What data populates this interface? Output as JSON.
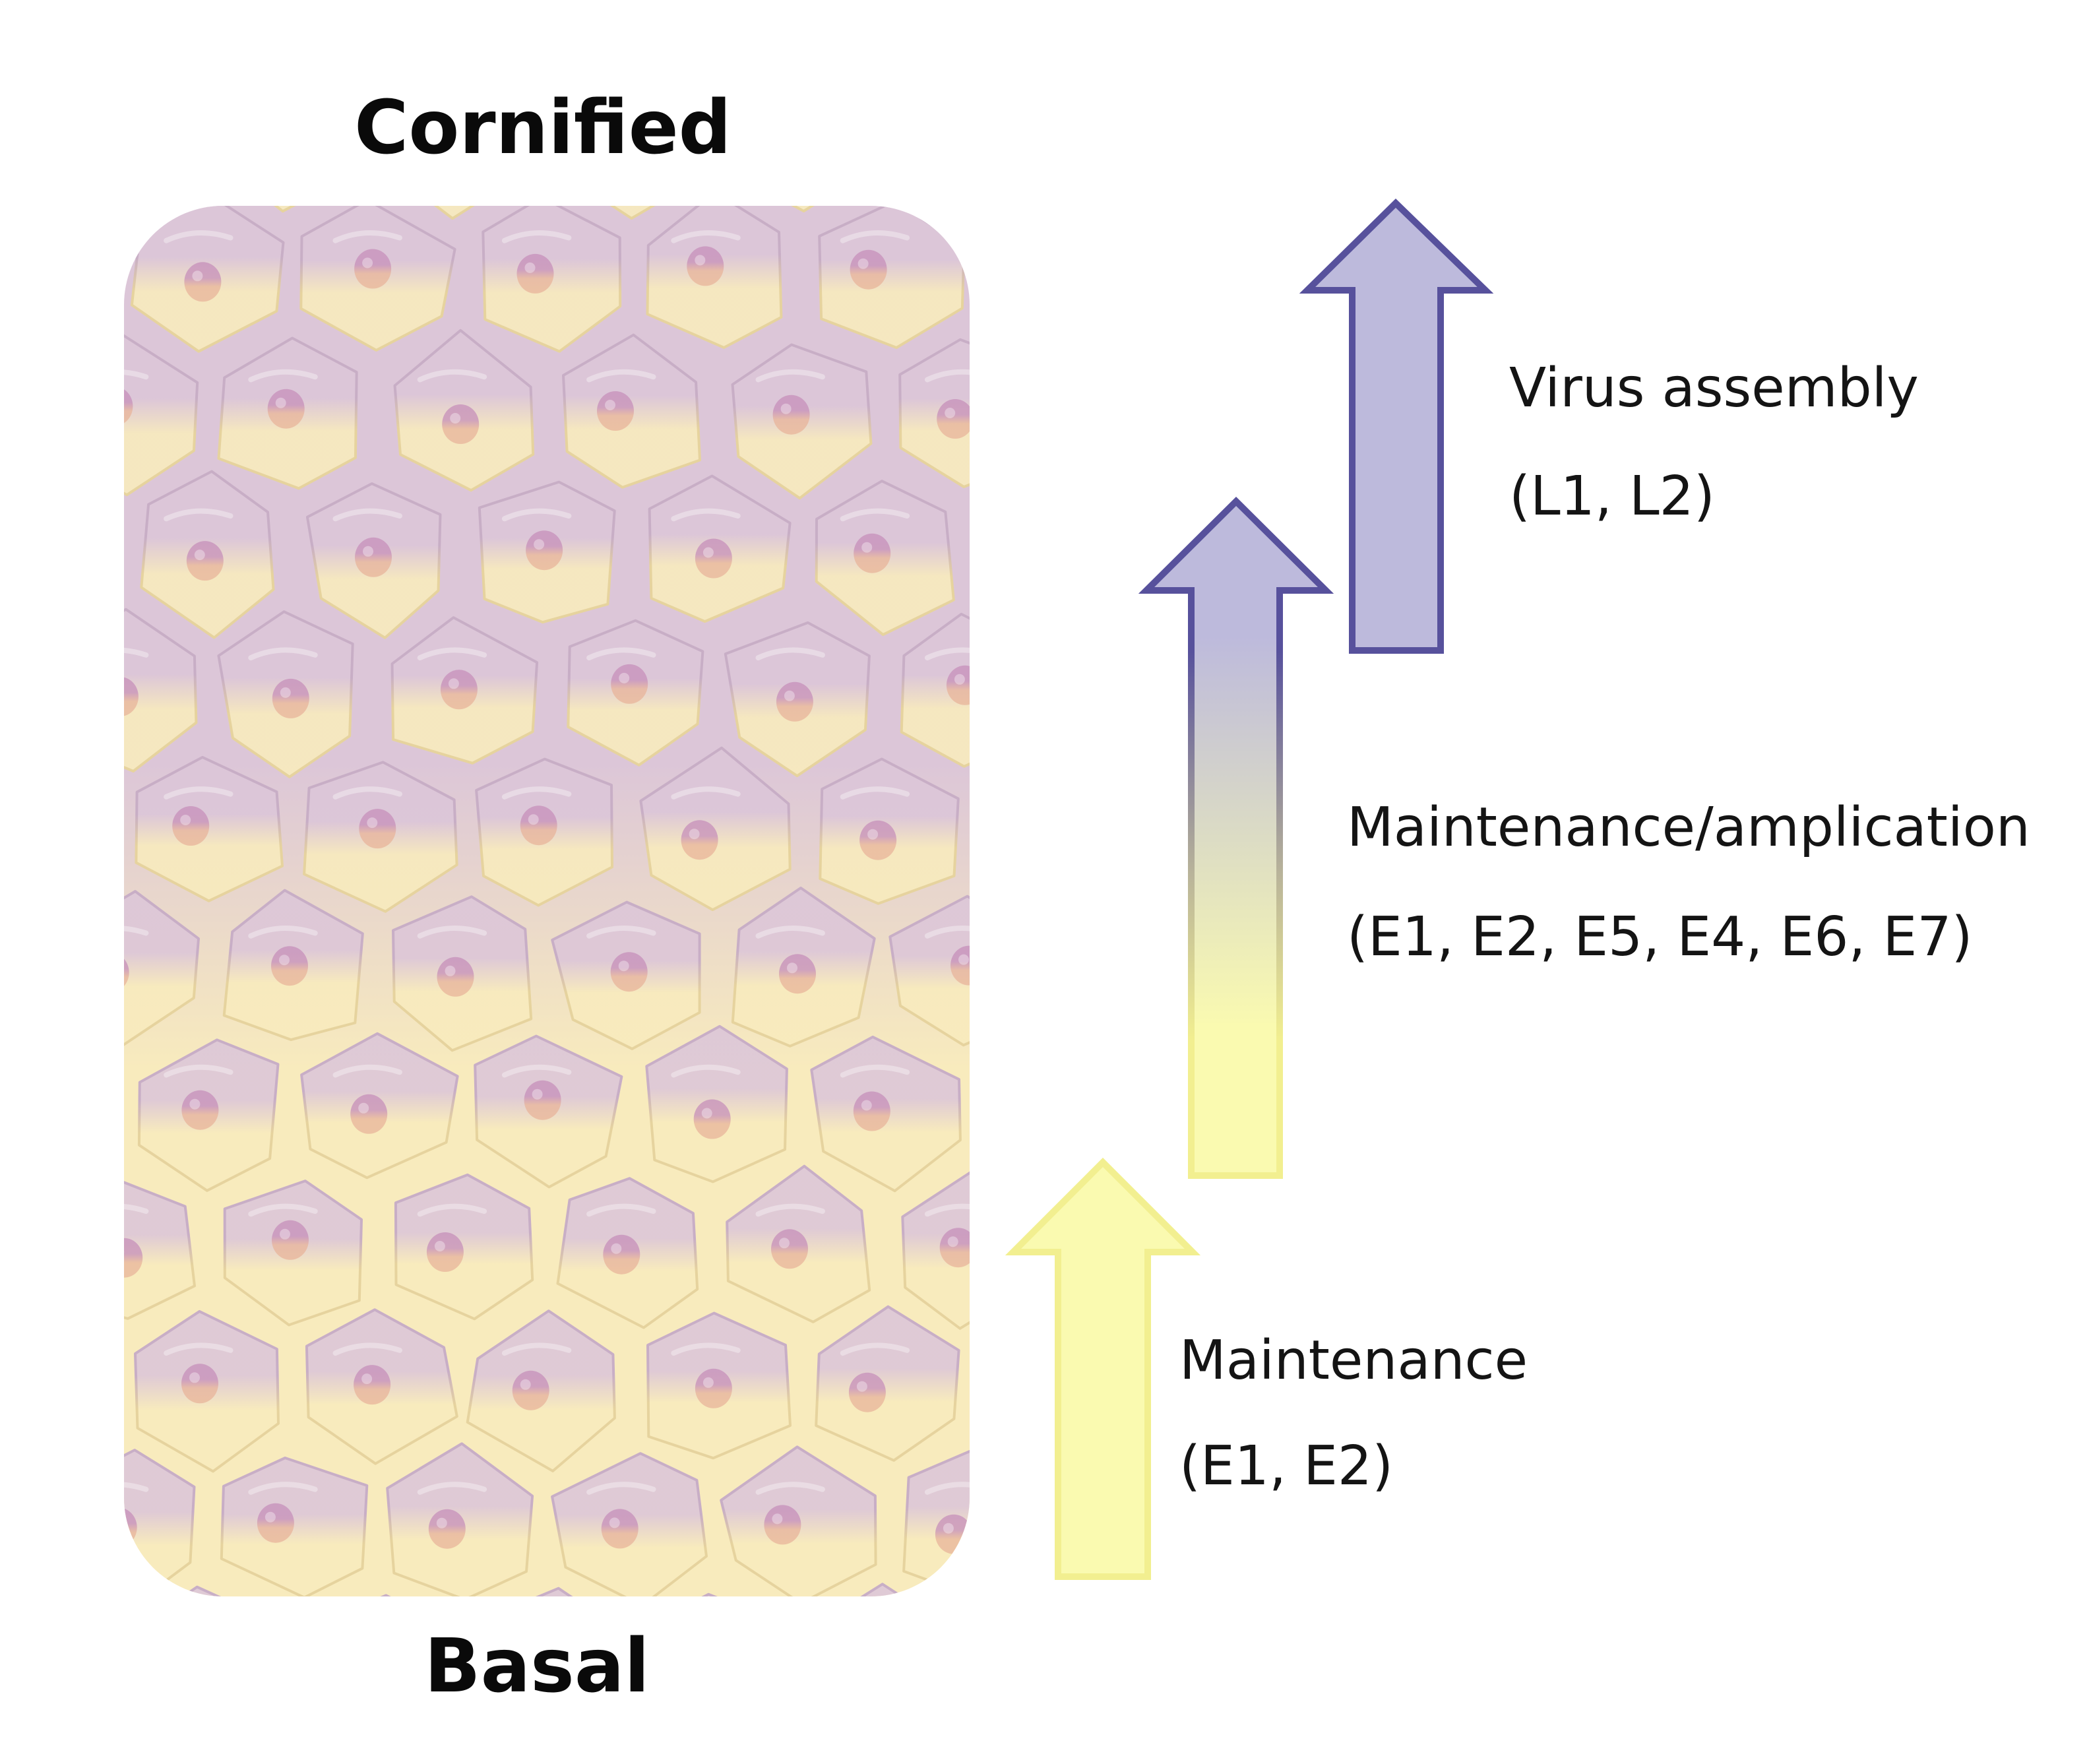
{
  "labels": {
    "top": "Cornified",
    "bottom": "Basal"
  },
  "stages": [
    {
      "title": "Maintenance",
      "genes": "(E1, E2)"
    },
    {
      "title": "Maintenance/amplication",
      "genes": "(E1, E2, E5, E4, E6, E7)"
    },
    {
      "title": "Virus assembly",
      "genes": "(L1, L2)"
    }
  ],
  "colors": {
    "cornified_fill": "#dcc6d8",
    "basal_fill": "#f8ebbd",
    "cell_outline_top": "#c8aec6",
    "cell_outline_bottom": "#e6d39e",
    "nucleus_top": "#c68fba",
    "nucleus_bottom": "#e8b49a",
    "arrow_yellow_fill": "#fafab0",
    "arrow_yellow_stroke": "#f2ef90",
    "arrow_purple_fill": "#bdbadc",
    "arrow_purple_stroke": "#57519c"
  }
}
